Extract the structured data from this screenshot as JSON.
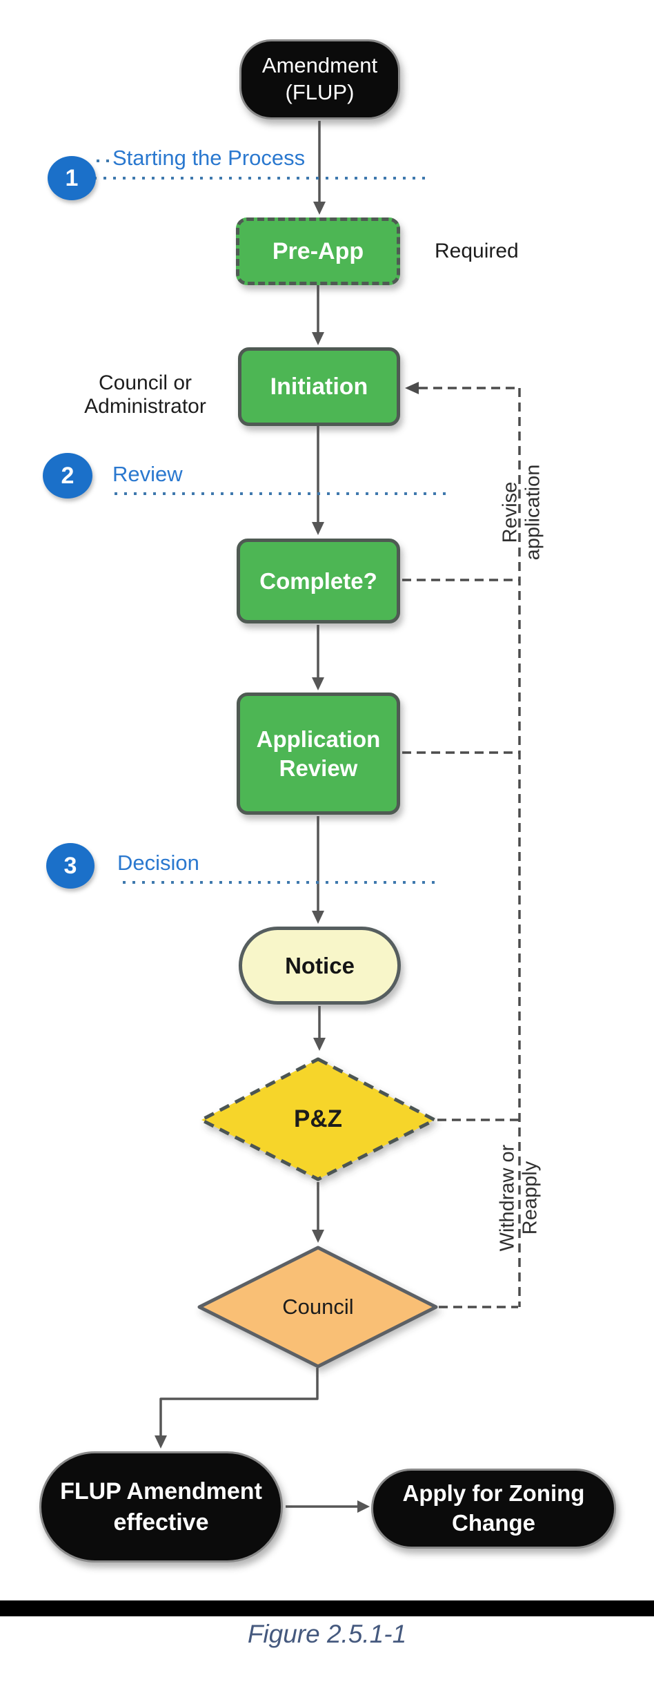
{
  "flowchart": {
    "nodes": {
      "amendment": "Amendment\n(FLUP)",
      "pre_app": "Pre-App",
      "initiation": "Initiation",
      "complete": "Complete?",
      "application_review": "Application\nReview",
      "notice": "Notice",
      "pz": "P&Z",
      "council": "Council",
      "flup_effective": "FLUP Amendment\neffective",
      "apply_zoning": "Apply for Zoning\nChange"
    },
    "sections": [
      {
        "number": "1",
        "label": "Starting the Process"
      },
      {
        "number": "2",
        "label": "Review"
      },
      {
        "number": "3",
        "label": "Decision"
      }
    ],
    "annotations": {
      "required": "Required",
      "council_or_admin": "Council or\nAdministrator",
      "revise_application": "Revise\napplication",
      "withdraw_reapply": "Withdraw or\nReapply"
    },
    "caption": "Figure 2.5.1-1",
    "colors": {
      "process_green": "#4db654",
      "node_border_gray": "#4f5a53",
      "pz_yellow": "#f6d52c",
      "council_orange": "#f9bf75",
      "notice_cream": "#f8f6c9",
      "terminator_black": "#0b0b0b",
      "badge_blue": "#1b70c9",
      "section_label_blue": "#2a78cf",
      "dotted_line_blue": "#3e78ad",
      "dashed_line_gray": "#4c4c4c",
      "caption_blue_gray": "#45597e"
    }
  }
}
